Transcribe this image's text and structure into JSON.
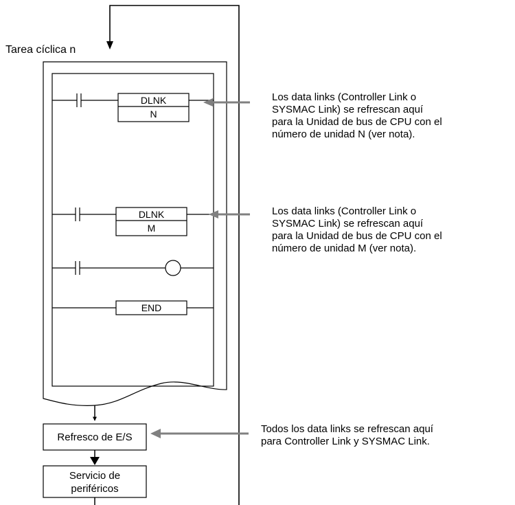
{
  "task": {
    "label": "Tarea cíclica n"
  },
  "ladder": {
    "rung1": {
      "instruction": "DLNK",
      "operand": "N"
    },
    "rung2": {
      "instruction": "DLNK",
      "operand": "M"
    },
    "rung4": {
      "instruction": "END"
    }
  },
  "blocks": {
    "io_refresh": "Refresco de E/S",
    "peripheral_service_line1": "Servicio de",
    "peripheral_service_line2": "periféricos"
  },
  "annotations": {
    "note1": [
      "Los data links (Controller Link o",
      "SYSMAC Link) se refrescan aquí",
      "para la Unidad de bus de CPU con el",
      "número de unidad N (ver nota)."
    ],
    "note2": [
      "Los data links (Controller Link o",
      "SYSMAC Link) se refrescan aquí",
      "para la Unidad de bus de CPU con el",
      "número de unidad M (ver nota)."
    ],
    "note3": [
      "Todos los data links se refrescan aquí",
      "para Controller Link y SYSMAC Link."
    ]
  },
  "colors": {
    "line": "#000000",
    "arrow_gray": "#808080",
    "rung_gray": "#999999"
  }
}
